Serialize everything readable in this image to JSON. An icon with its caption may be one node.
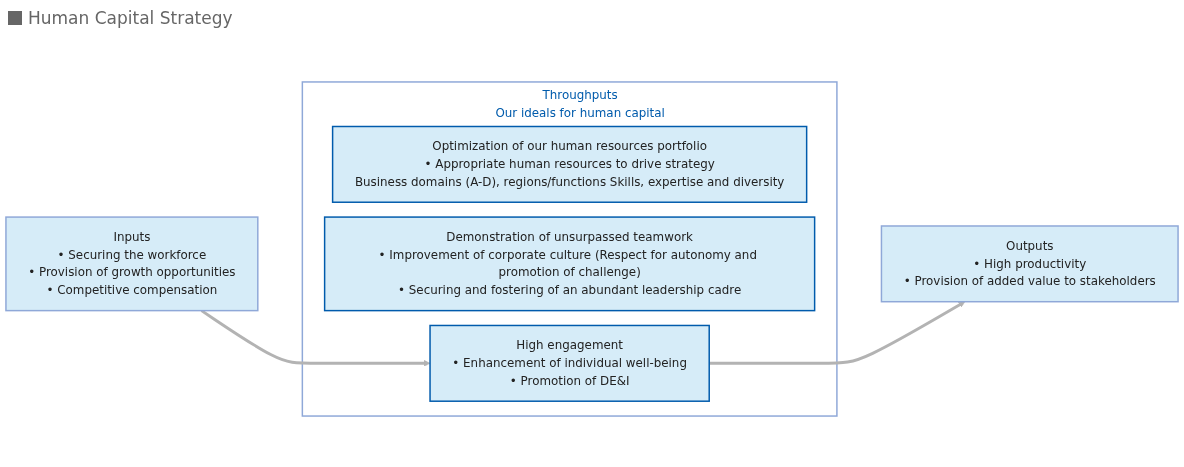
{
  "diagram": {
    "title": "Human Capital Strategy",
    "nodes": [
      {
        "text": [
          "Inputs",
          "• Securing the workforce",
          "• Provision of growth opportunities",
          "• Competitive compensation"
        ]
      },
      {
        "text": [
          "Throughputs",
          "Our ideals for human capital"
        ]
      },
      {
        "text": [
          "Optimization of our human resources portfolio",
          "• Appropriate human resources to drive strategy",
          "Business domains (A-D), regions/functions Skills, expertise and diversity"
        ],
        "in": 1
      },
      {
        "text": [
          "High engagement",
          "• Enhancement of individual well-being",
          "• Promotion of DE&I"
        ],
        "in": 1
      },
      {
        "text": [
          "Demonstration of unsurpassed teamwork",
          "• Improvement of corporate culture (Respect for autonomy and promotion of challenge)",
          "• Securing and fostering of an abundant leadership cadre"
        ],
        "in": 1
      },
      {
        "text": [
          "Outputs",
          "• High productivity",
          "• Provision of added value to stakeholders"
        ]
      }
    ],
    "edges": [
      {
        "from": 0,
        "to": 3,
        "arrow": "to"
      },
      {
        "from": 3,
        "to": 5,
        "arrow": "to"
      }
    ]
  }
}
